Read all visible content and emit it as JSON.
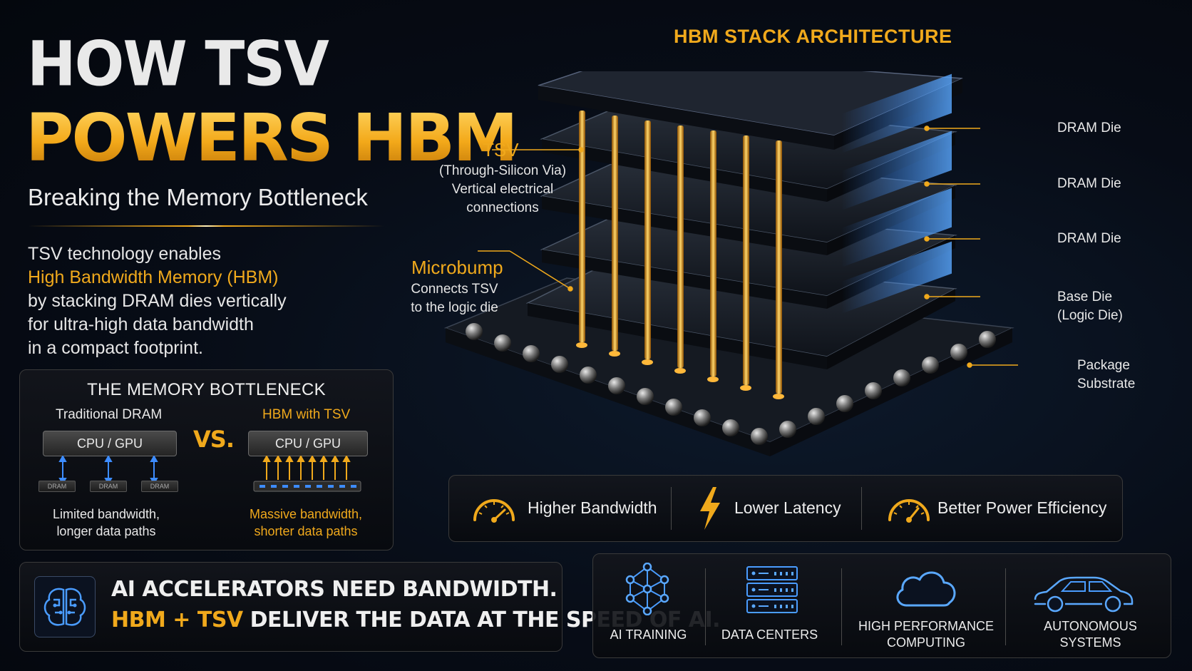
{
  "header": {
    "title_line1": "HOW TSV",
    "title_line2": "POWERS HBM",
    "subtitle": "Breaking the Memory Bottleneck"
  },
  "intro": {
    "line1": "TSV technology enables",
    "line2": "High Bandwidth Memory (HBM)",
    "line3": "by stacking DRAM dies vertically",
    "line4": "for ultra-high data bandwidth",
    "line5": "in a compact footprint."
  },
  "bottleneck": {
    "title": "THE MEMORY BOTTLENECK",
    "left_heading": "Traditional DRAM",
    "left_chip": "CPU / GPU",
    "left_modules": [
      "DRAM",
      "DRAM",
      "DRAM"
    ],
    "left_caption1": "Limited bandwidth,",
    "left_caption2": "longer data paths",
    "vs": "VS.",
    "right_heading": "HBM with TSV",
    "right_chip": "CPU / GPU",
    "right_caption1": "Massive bandwidth,",
    "right_caption2": "shorter data paths"
  },
  "diagram": {
    "title": "HBM STACK ARCHITECTURE",
    "tsv_title": "TSV",
    "tsv_line1": "(Through-Silicon Via)",
    "tsv_line2": "Vertical electrical",
    "tsv_line3": "connections",
    "microbump_title": "Microbump",
    "microbump_line1": "Connects TSV",
    "microbump_line2": "to the logic die",
    "layers": {
      "dram1": "DRAM Die",
      "dram2": "DRAM Die",
      "dram3": "DRAM Die",
      "base1": "Base Die",
      "base2": "(Logic Die)",
      "pkg1": "Package",
      "pkg2": "Substrate"
    }
  },
  "benefits": {
    "b1": "Higher Bandwidth",
    "b2": "Lower Latency",
    "b3": "Better Power Efficiency"
  },
  "ai_banner": {
    "line1": "AI ACCELERATORS NEED BANDWIDTH.",
    "line2_highlight": "HBM + TSV",
    "line2_rest": "DELIVER THE DATA AT THE SPEED OF AI."
  },
  "applications": {
    "a1": "AI TRAINING",
    "a2": "DATA CENTERS",
    "a3_line1": "HIGH PERFORMANCE",
    "a3_line2": "COMPUTING",
    "a4_line1": "AUTONOMOUS",
    "a4_line2": "SYSTEMS"
  },
  "colors": {
    "accent_gold": "#f0a91c",
    "accent_blue": "#3d8cff",
    "background": "#070c16"
  }
}
